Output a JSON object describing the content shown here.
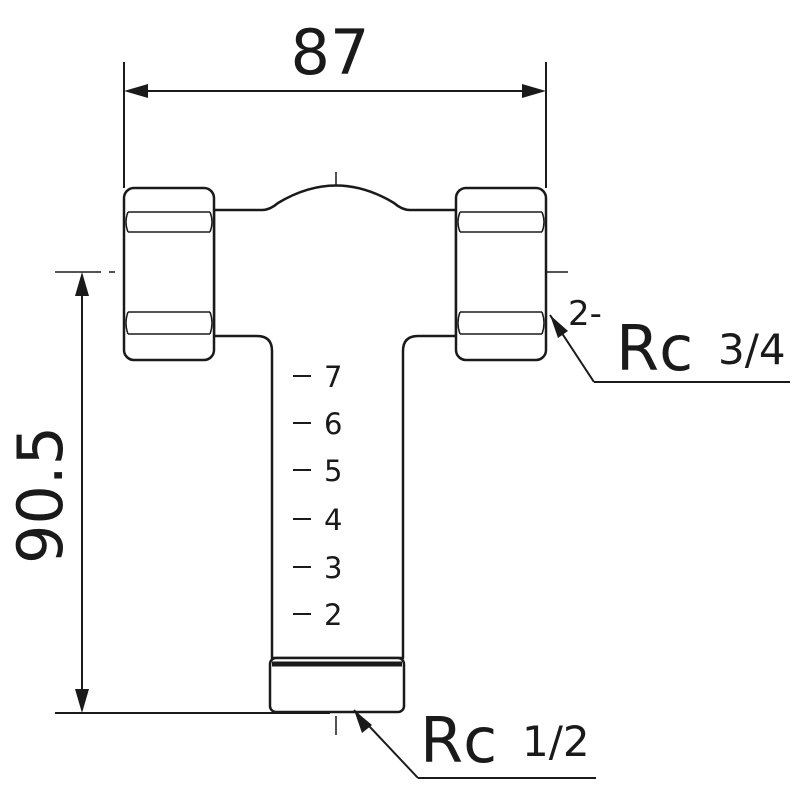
{
  "dimensions": {
    "width_label": "87",
    "height_label": "90.5"
  },
  "scale_marks": [
    "7",
    "6",
    "5",
    "4",
    "3",
    "2"
  ],
  "callouts": {
    "top_outlet": {
      "prefix": "2-",
      "label": "Rc",
      "fraction": "3/4"
    },
    "bottom_inlet": {
      "label": "Rc",
      "fraction": "1/2"
    }
  },
  "colors": {
    "stroke": "#1a1a1a",
    "background": "#ffffff"
  }
}
